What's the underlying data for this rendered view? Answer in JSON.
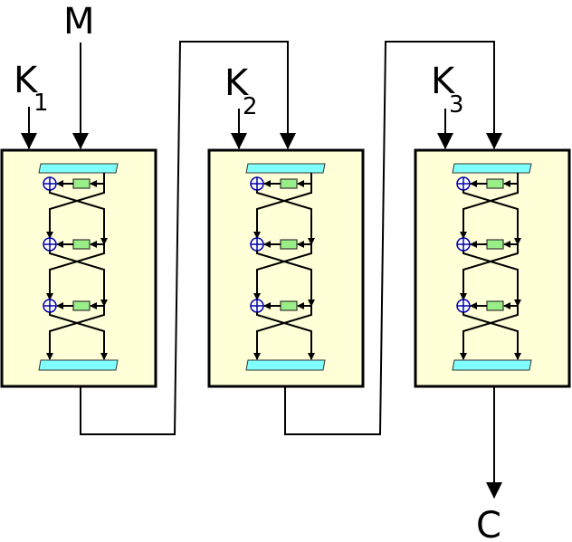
{
  "title": "Triple DES",
  "labels": {
    "plaintext": "M",
    "ciphertext": "C",
    "key1": "K",
    "key1_sub": "1",
    "key2": "K",
    "key2_sub": "2",
    "key3": "K",
    "key3_sub": "3"
  },
  "stages": 3,
  "rounds_per_stage": 3,
  "colors": {
    "block_fill": "#ffffd8",
    "permutation_bar": "#80ffff",
    "f_function": "#99ee88",
    "xor": "#0000aa",
    "line": "#000000"
  }
}
